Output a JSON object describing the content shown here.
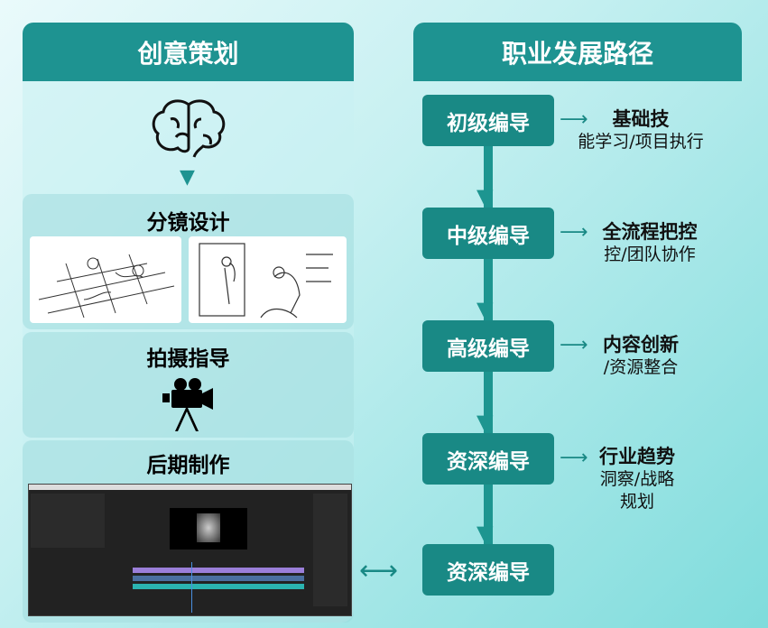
{
  "left": {
    "title": "创意策划",
    "sections": [
      {
        "title": "分镜设计"
      },
      {
        "title": "拍摄指导"
      },
      {
        "title": "后期制作"
      }
    ]
  },
  "right": {
    "title": "职业发展路径",
    "levels": [
      {
        "label": "初级编导",
        "desc_bold": "基础技",
        "desc": "能学习/项目执行"
      },
      {
        "label": "中级编导",
        "desc_bold": "全流程把控",
        "desc": "控/团队协作"
      },
      {
        "label": "高级编导",
        "desc_bold": "内容创新",
        "desc": "/资源整合"
      },
      {
        "label": "资深编导",
        "desc_bold": "行业趋势",
        "desc": "洞察/战略规划"
      },
      {
        "label": "资深编导"
      }
    ]
  },
  "colors": {
    "teal": "#1e9391",
    "box": "#198985"
  }
}
